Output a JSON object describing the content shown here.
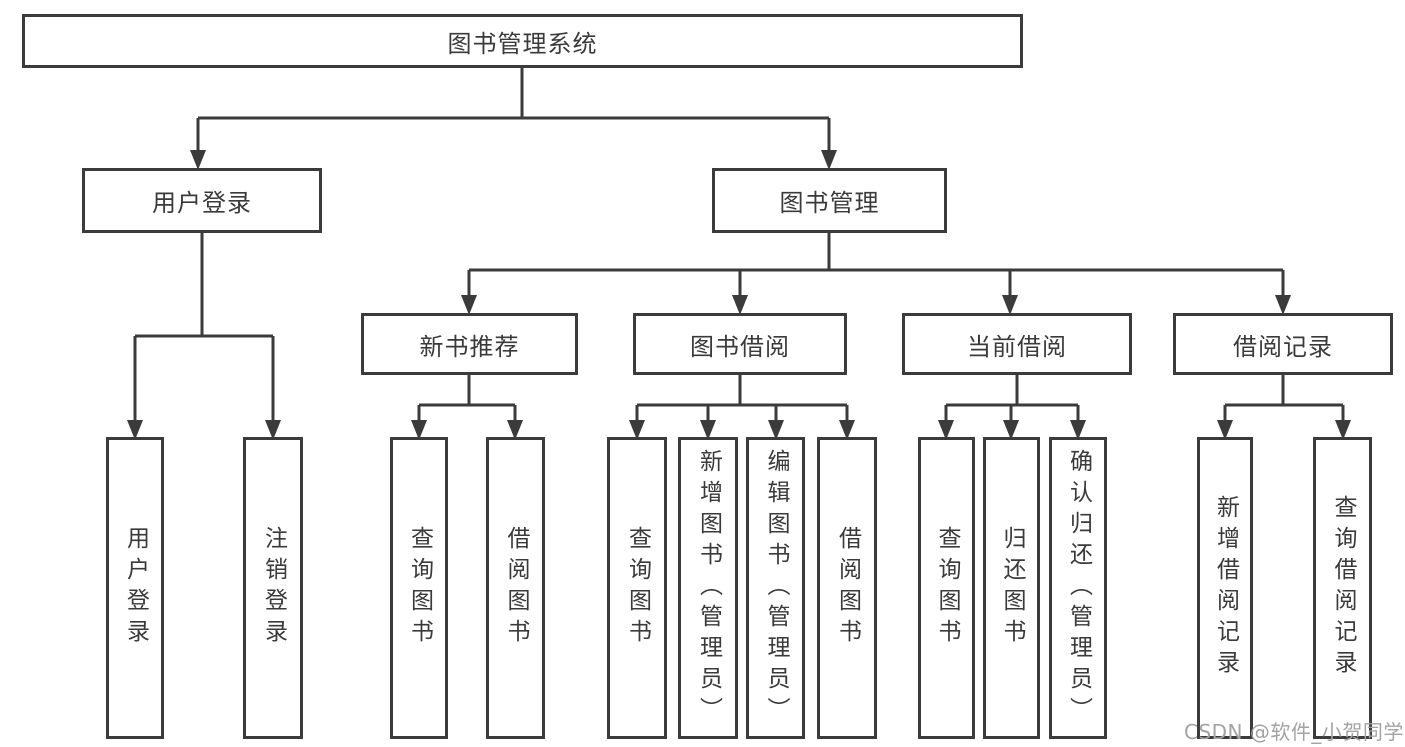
{
  "diagram": {
    "root": {
      "label": "图书管理系统"
    },
    "branches": [
      {
        "label": "用户登录",
        "children": [
          {
            "label": "用户登录"
          },
          {
            "label": "注销登录"
          }
        ]
      },
      {
        "label": "图书管理",
        "children": [
          {
            "label": "新书推荐",
            "children": [
              {
                "label": "查询图书"
              },
              {
                "label": "借阅图书"
              }
            ]
          },
          {
            "label": "图书借阅",
            "children": [
              {
                "label": "查询图书"
              },
              {
                "label": "新增图书（管理员）"
              },
              {
                "label": "编辑图书（管理员）"
              },
              {
                "label": "借阅图书"
              }
            ]
          },
          {
            "label": "当前借阅",
            "children": [
              {
                "label": "查询图书"
              },
              {
                "label": "归还图书"
              },
              {
                "label": "确认归还（管理员）"
              }
            ]
          },
          {
            "label": "借阅记录",
            "children": [
              {
                "label": "新增借阅记录"
              },
              {
                "label": "查询借阅记录"
              }
            ]
          }
        ]
      }
    ],
    "colors": {
      "line": "#3b3b3b",
      "text": "#3a3a3a",
      "watermark": "#a3a3a3",
      "background": "#ffffff"
    }
  },
  "watermark": "CSDN @软件_小贺同学"
}
